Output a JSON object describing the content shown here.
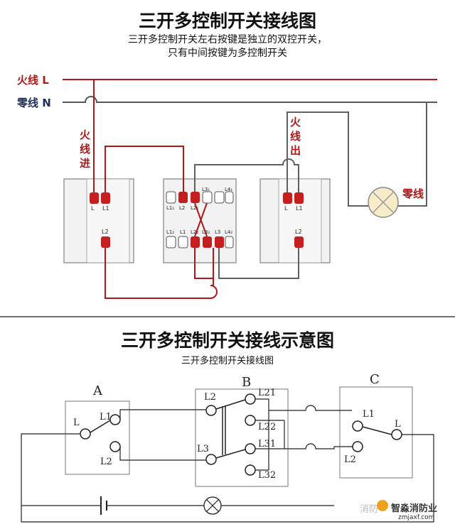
{
  "top": {
    "title": "三开多控制开关接线图",
    "subtitle_line1": "三开多控制开关左右按键是独立的双控开关，",
    "subtitle_line2": "只有中间按键为多控制开关",
    "live_label": "火线 L",
    "neutral_label": "零线 N",
    "live_in_chars": [
      "火",
      "线",
      "进"
    ],
    "live_out_chars": [
      "火",
      "线",
      "出"
    ],
    "lamp_neutral_label": "零线",
    "left_switch_terms": {
      "l": "L",
      "l1": "L1",
      "l2": "L2"
    },
    "right_switch_terms": {
      "l": "L",
      "l1": "L1",
      "l2": "L2"
    },
    "mid_top_terms": [
      "L1₁",
      "L2",
      "L2₁",
      "L3₁",
      "L4₁"
    ],
    "mid_bot_terms": [
      "L1₂",
      "L1",
      "L2₂",
      "L3₂",
      "L3",
      "L4₂"
    ]
  },
  "bottom": {
    "title": "三开多控制开关接线示意图",
    "subtitle": "三开多控制开关接线图",
    "switch_a": {
      "name": "A",
      "l": "L",
      "l1": "L1",
      "l2": "L2"
    },
    "switch_b": {
      "name": "B",
      "l2": "L2",
      "l3": "L3",
      "l21": "L21",
      "l22": "L22",
      "l31": "L31",
      "l32": "L32"
    },
    "switch_c": {
      "name": "C",
      "l": "L",
      "l1": "L1",
      "l2": "L2"
    }
  },
  "watermark": {
    "brand": "智淼消防业",
    "url": "zmjaxf.com",
    "faded": "消防"
  },
  "colors": {
    "red_wire": "#b01818",
    "gray_wire": "#606060",
    "navy": "#1f2e5a",
    "terminal": "#c41e1e"
  }
}
